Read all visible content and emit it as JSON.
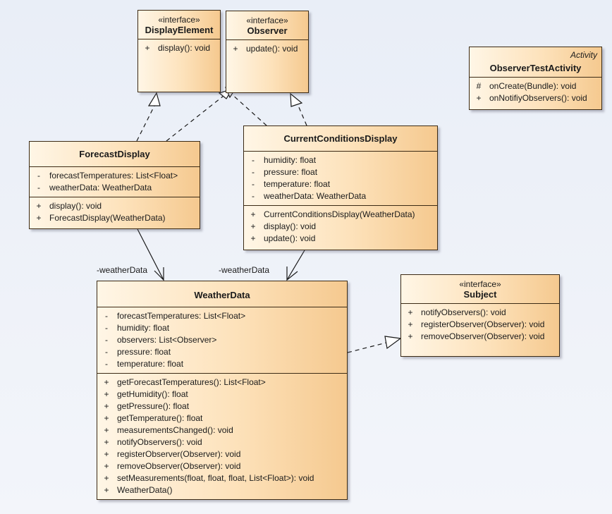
{
  "classes": {
    "display_element": {
      "stereotype": "«interface»",
      "name": "DisplayElement",
      "operations": [
        {
          "vis": "+",
          "text": "display(): void"
        }
      ]
    },
    "observer": {
      "stereotype": "«interface»",
      "name": "Observer",
      "operations": [
        {
          "vis": "+",
          "text": "update(): void"
        }
      ]
    },
    "observer_test_activity": {
      "tag": "Activity",
      "name": "ObserverTestActivity",
      "operations": [
        {
          "vis": "#",
          "text": "onCreate(Bundle): void"
        },
        {
          "vis": "+",
          "text": "onNotifiyObservers(): void"
        }
      ]
    },
    "forecast_display": {
      "name": "ForecastDisplay",
      "attributes": [
        {
          "vis": "-",
          "text": "forecastTemperatures: List<Float>"
        },
        {
          "vis": "-",
          "text": "weatherData: WeatherData"
        }
      ],
      "operations": [
        {
          "vis": "+",
          "text": "display(): void"
        },
        {
          "vis": "+",
          "text": "ForecastDisplay(WeatherData)"
        }
      ]
    },
    "current_conditions_display": {
      "name": "CurrentConditionsDisplay",
      "attributes": [
        {
          "vis": "-",
          "text": "humidity: float"
        },
        {
          "vis": "-",
          "text": "pressure: float"
        },
        {
          "vis": "-",
          "text": "temperature: float"
        },
        {
          "vis": "-",
          "text": "weatherData: WeatherData"
        }
      ],
      "operations": [
        {
          "vis": "+",
          "text": "CurrentConditionsDisplay(WeatherData)"
        },
        {
          "vis": "+",
          "text": "display(): void"
        },
        {
          "vis": "+",
          "text": "update(): void"
        }
      ]
    },
    "weather_data": {
      "name": "WeatherData",
      "attributes": [
        {
          "vis": "-",
          "text": "forecastTemperatures: List<Float>"
        },
        {
          "vis": "-",
          "text": "humidity: float"
        },
        {
          "vis": "-",
          "text": "observers: List<Observer>"
        },
        {
          "vis": "-",
          "text": "pressure: float"
        },
        {
          "vis": "-",
          "text": "temperature: float"
        }
      ],
      "operations": [
        {
          "vis": "+",
          "text": "getForecastTemperatures(): List<Float>"
        },
        {
          "vis": "+",
          "text": "getHumidity(): float"
        },
        {
          "vis": "+",
          "text": "getPressure(): float"
        },
        {
          "vis": "+",
          "text": "getTemperature(): float"
        },
        {
          "vis": "+",
          "text": "measurementsChanged(): void"
        },
        {
          "vis": "+",
          "text": "notifyObservers(): void"
        },
        {
          "vis": "+",
          "text": "registerObserver(Observer): void"
        },
        {
          "vis": "+",
          "text": "removeObserver(Observer): void"
        },
        {
          "vis": "+",
          "text": "setMeasurements(float, float, float, List<Float>): void"
        },
        {
          "vis": "+",
          "text": "WeatherData()"
        }
      ]
    },
    "subject": {
      "stereotype": "«interface»",
      "name": "Subject",
      "operations": [
        {
          "vis": "+",
          "text": "notifyObservers(): void"
        },
        {
          "vis": "+",
          "text": "registerObserver(Observer): void"
        },
        {
          "vis": "+",
          "text": "removeObserver(Observer): void"
        }
      ]
    }
  },
  "associations": {
    "forecast_to_weather": "-weatherData",
    "current_to_weather": "-weatherData"
  },
  "colors": {
    "class_fill_light": "#fff6e6",
    "class_fill_dark": "#f5c98f",
    "border": "#3b2a14",
    "background": "#e9eef7"
  }
}
